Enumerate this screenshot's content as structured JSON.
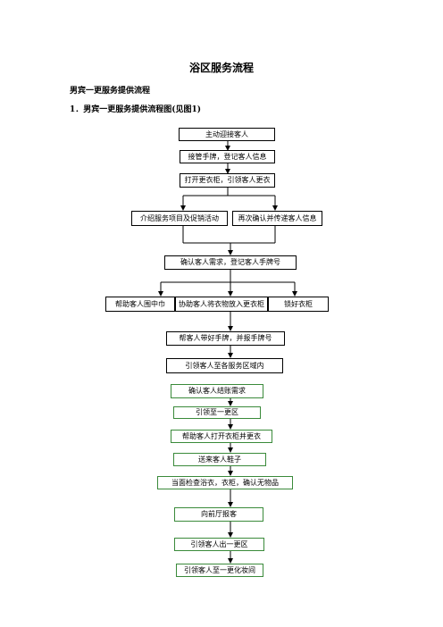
{
  "document": {
    "title": "浴区服务流程",
    "section_heading": "男宾一更服务提供流程",
    "subsection_heading": "1．男宾一更服务提供流程图(见图1)"
  },
  "flow": {
    "step1": "主动迎接客人",
    "step2": "接管手牌，登记客人信息",
    "step3": "打开更衣柜，引领客人更衣",
    "step4a": "介绍服务项目及促销活动",
    "step4b": "再次确认并传递客人信息",
    "step5": "确认客人需求，登记客人手牌号",
    "step6a": "帮助客人围中巾",
    "step6b": "协助客人将衣物放入更衣柜",
    "step6c": "锁好衣柜",
    "step7": "帮客人带好手牌，并报手牌号",
    "step8": "引领客人至各服务区域内",
    "step9": "确认客人结账需求",
    "step10": "引领至一更区",
    "step11": "帮助客人打开衣柜并更衣",
    "step12": "送来客人鞋子",
    "step13": "当面检查浴衣，衣柜，确认无物品",
    "step14": "向前厅报客",
    "step15": "引领客人出一更区",
    "step16": "引领客人至一更化妆间"
  }
}
